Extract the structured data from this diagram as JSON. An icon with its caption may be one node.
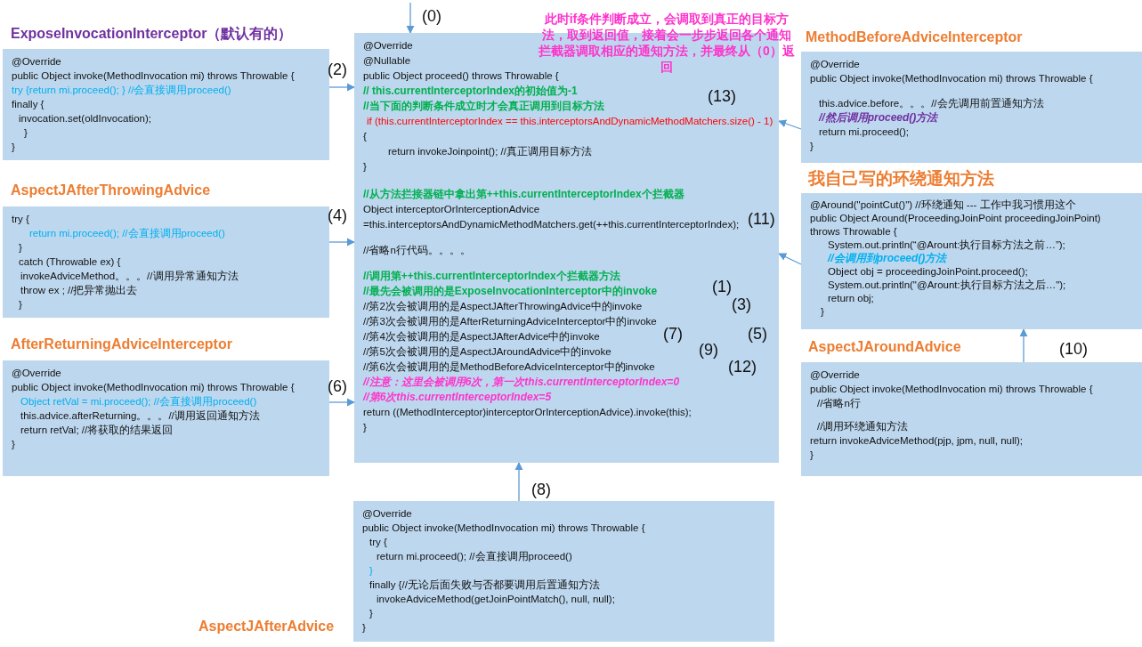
{
  "diagram": {
    "nodes": [
      {
        "text": [
          "ExposeInvocationInterceptor（默认有的）",
          "@Override",
          "public Object invoke(MethodInvocation mi) throws Throwable {",
          "try   {return mi.proceed(); } //会直接调用proceed()",
          "finally {",
          "invocation.set(oldInvocation);",
          "}",
          "}"
        ]
      },
      {
        "text": [
          "AspectJAfterThrowingAdvice",
          "try {",
          "return mi.proceed(); //会直接调用proceed()",
          "}",
          "catch (Throwable ex) {",
          "invokeAdviceMethod。。。//调用异常通知方法",
          "throw ex ; //把异常抛出去",
          "}"
        ]
      },
      {
        "text": [
          "AfterReturningAdviceInterceptor",
          "@Override",
          "public Object invoke(MethodInvocation mi) throws Throwable {",
          "Object retVal = mi.proceed(); //会直接调用proceed()",
          "this.advice.afterReturning。。。//调用返回通知方法",
          "return retVal; //将获取的结果返回",
          "}"
        ]
      },
      {
        "text": [
          "@Override",
          "@Nullable",
          "public Object proceed() throws Throwable {",
          "// this.currentInterceptorIndex的初始值为-1",
          "//当下面的判断条件成立时才会真正调用到目标方法",
          "if (this.currentInterceptorIndex == this.interceptorsAndDynamicMethodMatchers.size() - 1)",
          "{",
          "return invokeJoinpoint(); //真正调用目标方法",
          "}",
          "//从方法拦接器链中拿出第++this.currentInterceptorIndex个拦截器",
          "Object interceptorOrInterceptionAdvice",
          "=this.interceptorsAndDynamicMethodMatchers.get(++this.currentInterceptorIndex);",
          "//省略n行代码。。。。",
          "//调用第++this.currentInterceptorIndex个拦截器方法",
          "//最先会被调用的是ExposeInvocationInterceptor中的invoke",
          "//第2次会被调用的是AspectJAfterThrowingAdvice中的invoke",
          "//第3次会被调用的是AfterReturningAdviceInterceptor中的invoke",
          "//第4次会被调用的是AspectJAfterAdvice中的invoke",
          "//第5次会被调用的是AspectJAroundAdvice中的invoke",
          "//第6次会被调用的是MethodBeforeAdviceInterceptor中的invoke",
          "//注意：这里会被调用6次，第一次this.currentInterceptorIndex=0",
          "//第6次this.currentInterceptorIndex=5",
          "return ((MethodInterceptor)interceptorOrInterceptionAdvice).invoke(this);",
          "}"
        ]
      },
      {
        "text": [
          "MethodBeforeAdviceInterceptor",
          "@Override",
          "public Object invoke(MethodInvocation mi) throws Throwable {",
          "this.advice.before。。。//会先调用前置通知方法",
          "//然后调用proceed()方法",
          "return mi.proceed();",
          "}"
        ]
      },
      {
        "text": [
          "我自己写的环绕通知方法",
          "@Around(\"pointCut()\") //环绕通知 --- 工作中我习惯用这个",
          "public Object Around(ProceedingJoinPoint proceedingJoinPoint)",
          "throws Throwable {",
          "System.out.println(“@Arount:执行目标方法之前…”);",
          "//会调用到proceed()方法",
          "Object obj = proceedingJoinPoint.proceed();",
          "System.out.println(\"@Arount:执行目标方法之后…\");",
          "return obj;",
          "}"
        ]
      },
      {
        "text": [
          "AspectJAroundAdvice",
          "@Override",
          "public Object invoke(MethodInvocation mi) throws Throwable {",
          "//省略n行",
          "//调用环绕通知方法",
          "return invokeAdviceMethod(pjp, jpm, null, null);",
          "}"
        ]
      },
      {
        "text": [
          "@Override",
          "public Object invoke(MethodInvocation mi) throws Throwable {",
          "try {",
          "return mi.proceed(); //会直接调用proceed()",
          "}",
          "finally {//无论后面失败与否都要调用后置通知方法",
          "invokeAdviceMethod(getJoinPointMatch(), null, null);",
          "}",
          "}",
          "AspectJAfterAdvice"
        ]
      }
    ],
    "edges": [
      {
        "from": null,
        "to": 3,
        "arrow": "to",
        "label": "(0)"
      },
      {
        "from": 0,
        "to": 3,
        "arrow": "to",
        "label": "(2)"
      },
      {
        "from": 1,
        "to": 3,
        "arrow": "to",
        "label": "(4)"
      },
      {
        "from": 2,
        "to": 3,
        "arrow": "to",
        "label": "(6)"
      },
      {
        "from": 7,
        "to": 3,
        "arrow": "to",
        "label": "(8)"
      },
      {
        "from": 6,
        "to": 5,
        "arrow": "to",
        "label": "(10)"
      },
      {
        "from": 5,
        "to": 3,
        "arrow": "to",
        "label": "(11)"
      },
      {
        "from": 4,
        "to": 3,
        "arrow": "to",
        "label": "(13)"
      }
    ],
    "labels": [
      "此时if条件判断成立，会调取到真正的目标方法，取到返回值，接着会一步步返回各个通知拦截器调取相应的通知方法，并最终从（0）返回",
      "(1)",
      "(3)",
      "(7)",
      "(5)",
      "(9)",
      "(12)"
    ]
  }
}
